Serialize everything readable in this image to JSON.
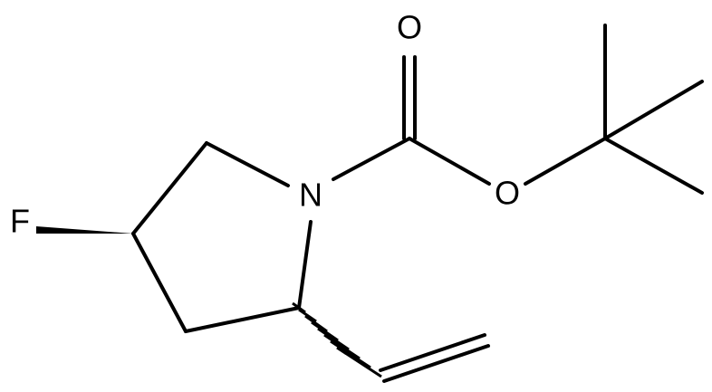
{
  "molecule": {
    "atoms": {
      "oxygen_carbonyl": "O",
      "oxygen_ester": "O",
      "nitrogen": "N",
      "fluorine": "F"
    },
    "colors": {
      "bond": "#000000",
      "background": "#ffffff"
    }
  }
}
